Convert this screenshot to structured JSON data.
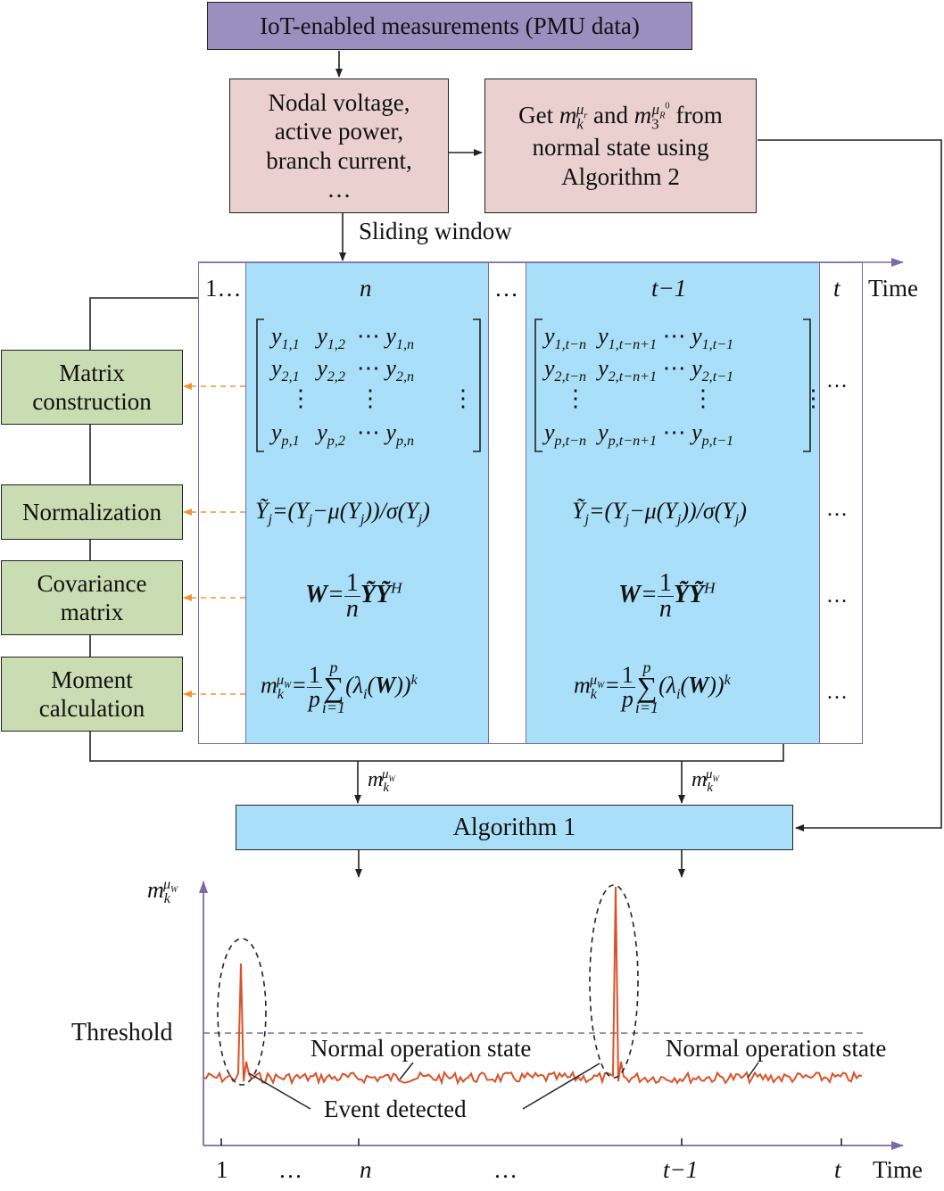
{
  "header": {
    "iot_box": "IoT-enabled measurements (PMU data)",
    "nodal_lines": [
      "Nodal voltage,",
      "active power,",
      "branch current,",
      "…"
    ],
    "get_lines": [
      "Get",
      "and",
      "from",
      "normal state using",
      "Algorithm 2"
    ],
    "sliding_window": "Sliding window"
  },
  "steps": [
    {
      "lines": [
        "Matrix",
        "construction"
      ]
    },
    {
      "lines": [
        "Normalization"
      ]
    },
    {
      "lines": [
        "Covariance",
        "matrix"
      ]
    },
    {
      "lines": [
        "Moment",
        "calculation"
      ]
    }
  ],
  "window": {
    "labels": [
      "1…",
      "n",
      "…",
      "t−1",
      "t",
      "Time"
    ],
    "dots": "…"
  },
  "algorithm1": "Algorithm 1",
  "chart": {
    "threshold_label": "Threshold",
    "normal_label": "Normal operation state",
    "event_label": "Event detected",
    "x_ticks": [
      "1",
      "…",
      "n",
      "…",
      "t−1",
      "t"
    ],
    "x_axis_label": "Time"
  },
  "colors": {
    "purple": "#9b8fbf",
    "pink": "#ead1d0",
    "green": "#c9dcb2",
    "blue": "#a9dff8",
    "signal": "#d9532a",
    "dashed_arrow": "#f0962e",
    "axis": "#7b6aa8"
  }
}
